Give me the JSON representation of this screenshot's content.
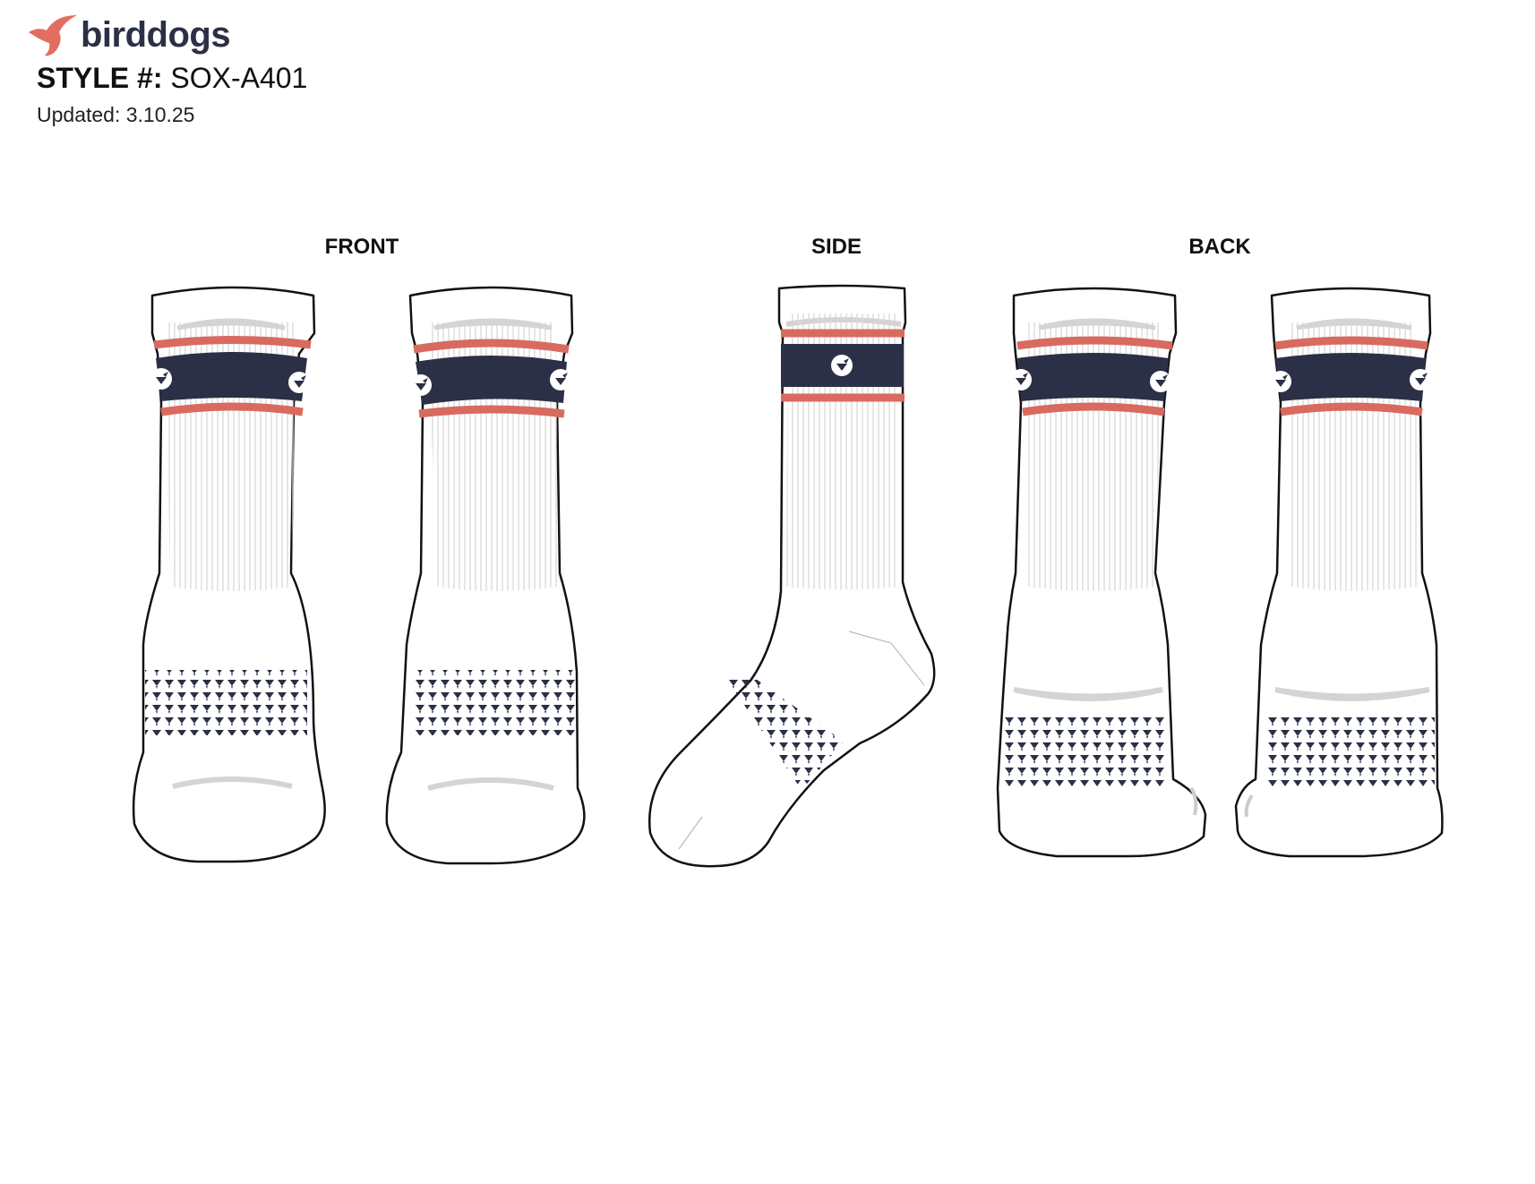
{
  "brand": {
    "name": "birddogs",
    "logo_icon": "hummingbird-icon",
    "logo_color": "#e26d60"
  },
  "style": {
    "label": "STYLE #:",
    "value": "SOX-A401"
  },
  "updated": "Updated: 3.10.25",
  "views": {
    "front": "FRONT",
    "side": "SIDE",
    "back": "BACK"
  },
  "colors": {
    "navy": "#2b3046",
    "coral": "#d96a60",
    "outline": "#111111",
    "rib": "#d9d9d9",
    "shadow": "#d4d4d4"
  }
}
